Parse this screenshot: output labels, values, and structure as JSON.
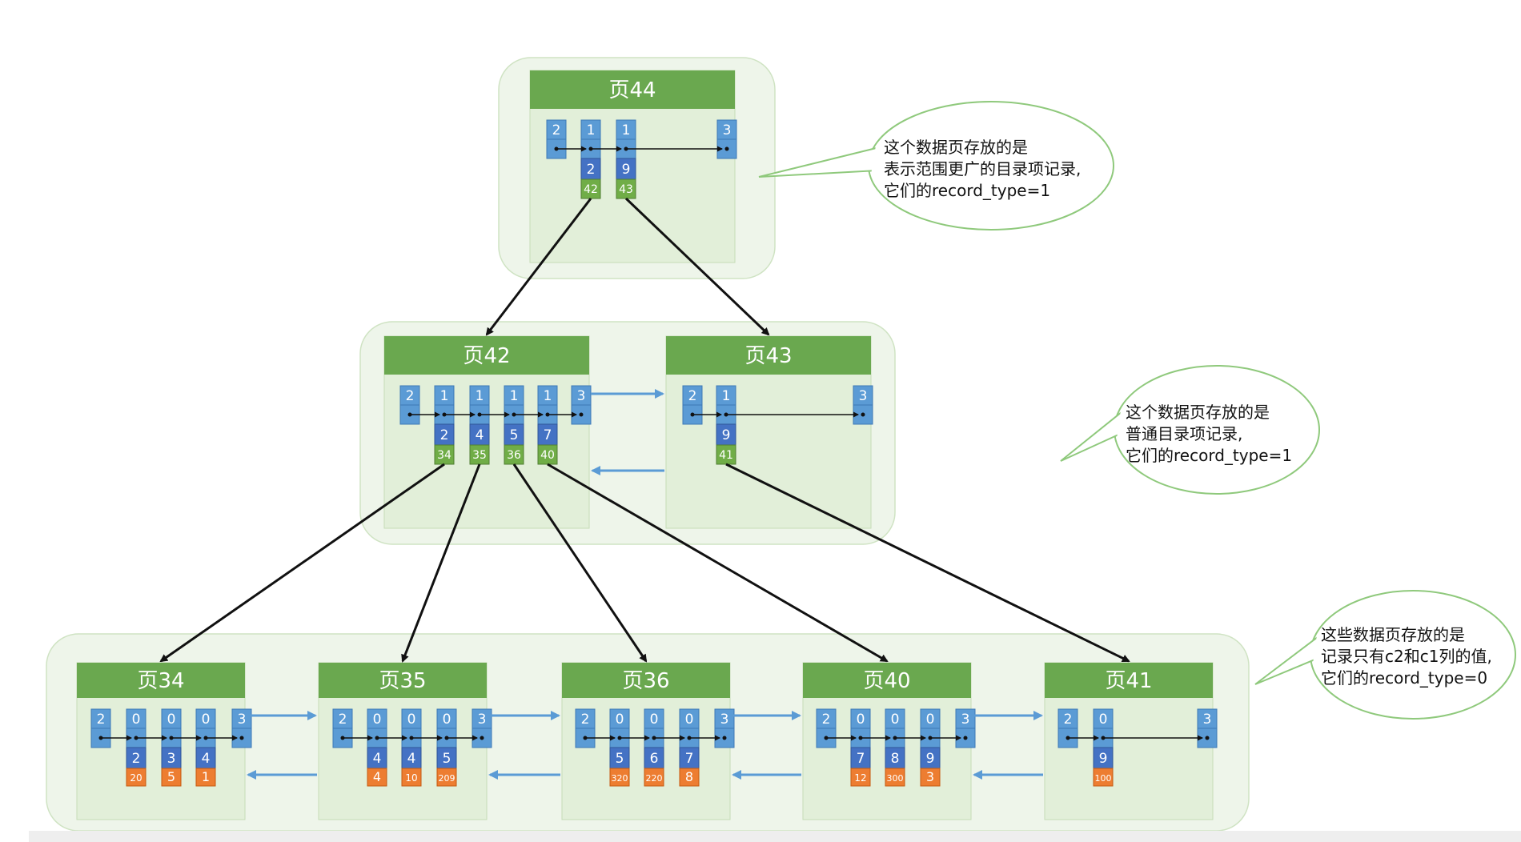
{
  "colors": {
    "header_green": "#6aa84f",
    "page_body": "#e2efd9",
    "level_bg": "#eef5ea",
    "record_blue": "#5b9bd5",
    "key_blue": "#4472c4",
    "pointer_green": "#70ad47",
    "value_orange": "#ed7d31",
    "arrow_blue": "#5b9bd5",
    "arrow_black": "#111111",
    "callout_border": "#8fc97c"
  },
  "pages": [
    {
      "id": "44",
      "title": "页44",
      "records": [
        {
          "type": "2"
        },
        {
          "type": "1",
          "key": "2",
          "ptr": "42"
        },
        {
          "type": "1",
          "key": "9",
          "ptr": "43"
        },
        {
          "type": "3"
        }
      ]
    },
    {
      "id": "42",
      "title": "页42",
      "records": [
        {
          "type": "2"
        },
        {
          "type": "1",
          "key": "2",
          "ptr": "34"
        },
        {
          "type": "1",
          "key": "4",
          "ptr": "35"
        },
        {
          "type": "1",
          "key": "5",
          "ptr": "36"
        },
        {
          "type": "1",
          "key": "7",
          "ptr": "40"
        },
        {
          "type": "3"
        }
      ]
    },
    {
      "id": "43",
      "title": "页43",
      "records": [
        {
          "type": "2"
        },
        {
          "type": "1",
          "key": "9",
          "ptr": "41"
        },
        {
          "type": "3"
        }
      ]
    },
    {
      "id": "34",
      "title": "页34",
      "records": [
        {
          "type": "2"
        },
        {
          "type": "0",
          "key": "2",
          "val": "20"
        },
        {
          "type": "0",
          "key": "3",
          "val": "5"
        },
        {
          "type": "0",
          "key": "4",
          "val": "1"
        },
        {
          "type": "3"
        }
      ]
    },
    {
      "id": "35",
      "title": "页35",
      "records": [
        {
          "type": "2"
        },
        {
          "type": "0",
          "key": "4",
          "val": "4"
        },
        {
          "type": "0",
          "key": "4",
          "val": "10"
        },
        {
          "type": "0",
          "key": "5",
          "val": "209"
        },
        {
          "type": "3"
        }
      ]
    },
    {
      "id": "36",
      "title": "页36",
      "records": [
        {
          "type": "2"
        },
        {
          "type": "0",
          "key": "5",
          "val": "320"
        },
        {
          "type": "0",
          "key": "6",
          "val": "220"
        },
        {
          "type": "0",
          "key": "7",
          "val": "8"
        },
        {
          "type": "3"
        }
      ]
    },
    {
      "id": "40",
      "title": "页40",
      "records": [
        {
          "type": "2"
        },
        {
          "type": "0",
          "key": "7",
          "val": "12"
        },
        {
          "type": "0",
          "key": "8",
          "val": "300"
        },
        {
          "type": "0",
          "key": "9",
          "val": "3"
        },
        {
          "type": "3"
        }
      ]
    },
    {
      "id": "41",
      "title": "页41",
      "records": [
        {
          "type": "2"
        },
        {
          "type": "0",
          "key": "9",
          "val": "100"
        },
        {
          "type": "3"
        }
      ]
    }
  ],
  "callouts": [
    {
      "id": "top",
      "lines": [
        "这个数据页存放的是",
        "表示范围更广的目录项记录,",
        "它们的record_type=1"
      ]
    },
    {
      "id": "middle",
      "lines": [
        "这个数据页存放的是",
        "普通目录项记录,",
        "它们的record_type=1"
      ]
    },
    {
      "id": "bottom",
      "lines": [
        "这些数据页存放的是",
        "记录只有c2和c1列的值,",
        "它们的record_type=0"
      ]
    }
  ]
}
